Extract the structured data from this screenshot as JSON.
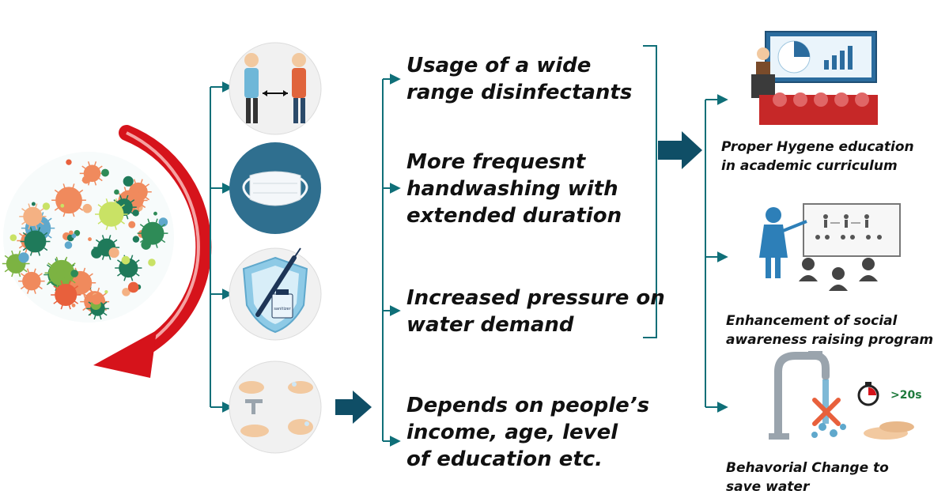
{
  "middle_items": [
    {
      "line1": "Usage of a wide",
      "line2": "range disinfectants"
    },
    {
      "line1": "More frequesnt",
      "line2": "handwashing with",
      "line3": "extended duration"
    },
    {
      "line1": "Increased pressure on",
      "line2": "water demand"
    },
    {
      "line1": "Depends  on people’s",
      "line2": "income, age, level",
      "line3": "of education etc."
    }
  ],
  "right_items": [
    {
      "line1": "Proper Hygene education",
      "line2": "in academic curriculum"
    },
    {
      "line1": "Enhancement of social",
      "line2": "awareness raising program"
    },
    {
      "line1": "Behavorial Change to",
      "line2": "save water"
    }
  ],
  "timer_label": ">20s",
  "sanitizer_label": "sanitizer",
  "colors": {
    "teal": "#0f6f78",
    "red_arrow": "#d6131b",
    "mask_bg": "#2f6f8f",
    "shield": "#8ecae6"
  }
}
